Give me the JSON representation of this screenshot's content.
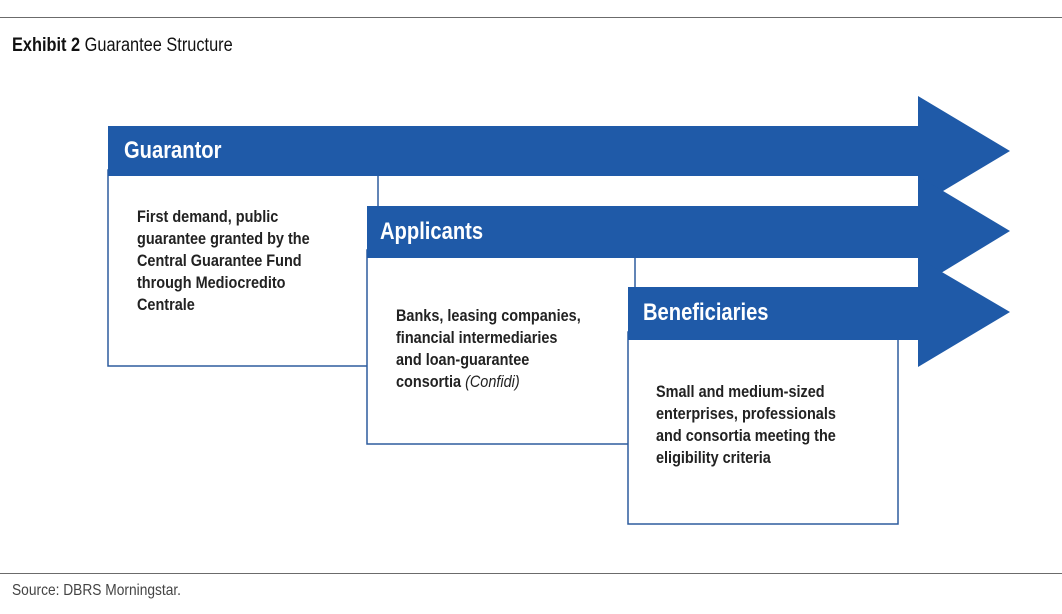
{
  "exhibit": {
    "number": "Exhibit 2",
    "title": "Guarantee Structure"
  },
  "colors": {
    "arrow_fill": "#1f5aa8",
    "box_border": "#2d5c9e",
    "text": "#222222"
  },
  "stages": [
    {
      "label": "Guarantor",
      "lines": [
        "First demand, public",
        "guarantee granted by the",
        "Central Guarantee Fund",
        "through Mediocredito",
        "Centrale"
      ]
    },
    {
      "label": "Applicants",
      "lines": [
        "Banks, leasing companies,",
        "financial intermediaries",
        "and loan-guarantee"
      ],
      "last_line_plain": "consortia ",
      "last_line_italic": "(Confidi)"
    },
    {
      "label": "Beneficiaries",
      "lines": [
        "Small and medium-sized",
        "enterprises, professionals",
        "and consortia meeting the",
        "eligibility criteria"
      ]
    }
  ],
  "source": "Source: DBRS Morningstar."
}
